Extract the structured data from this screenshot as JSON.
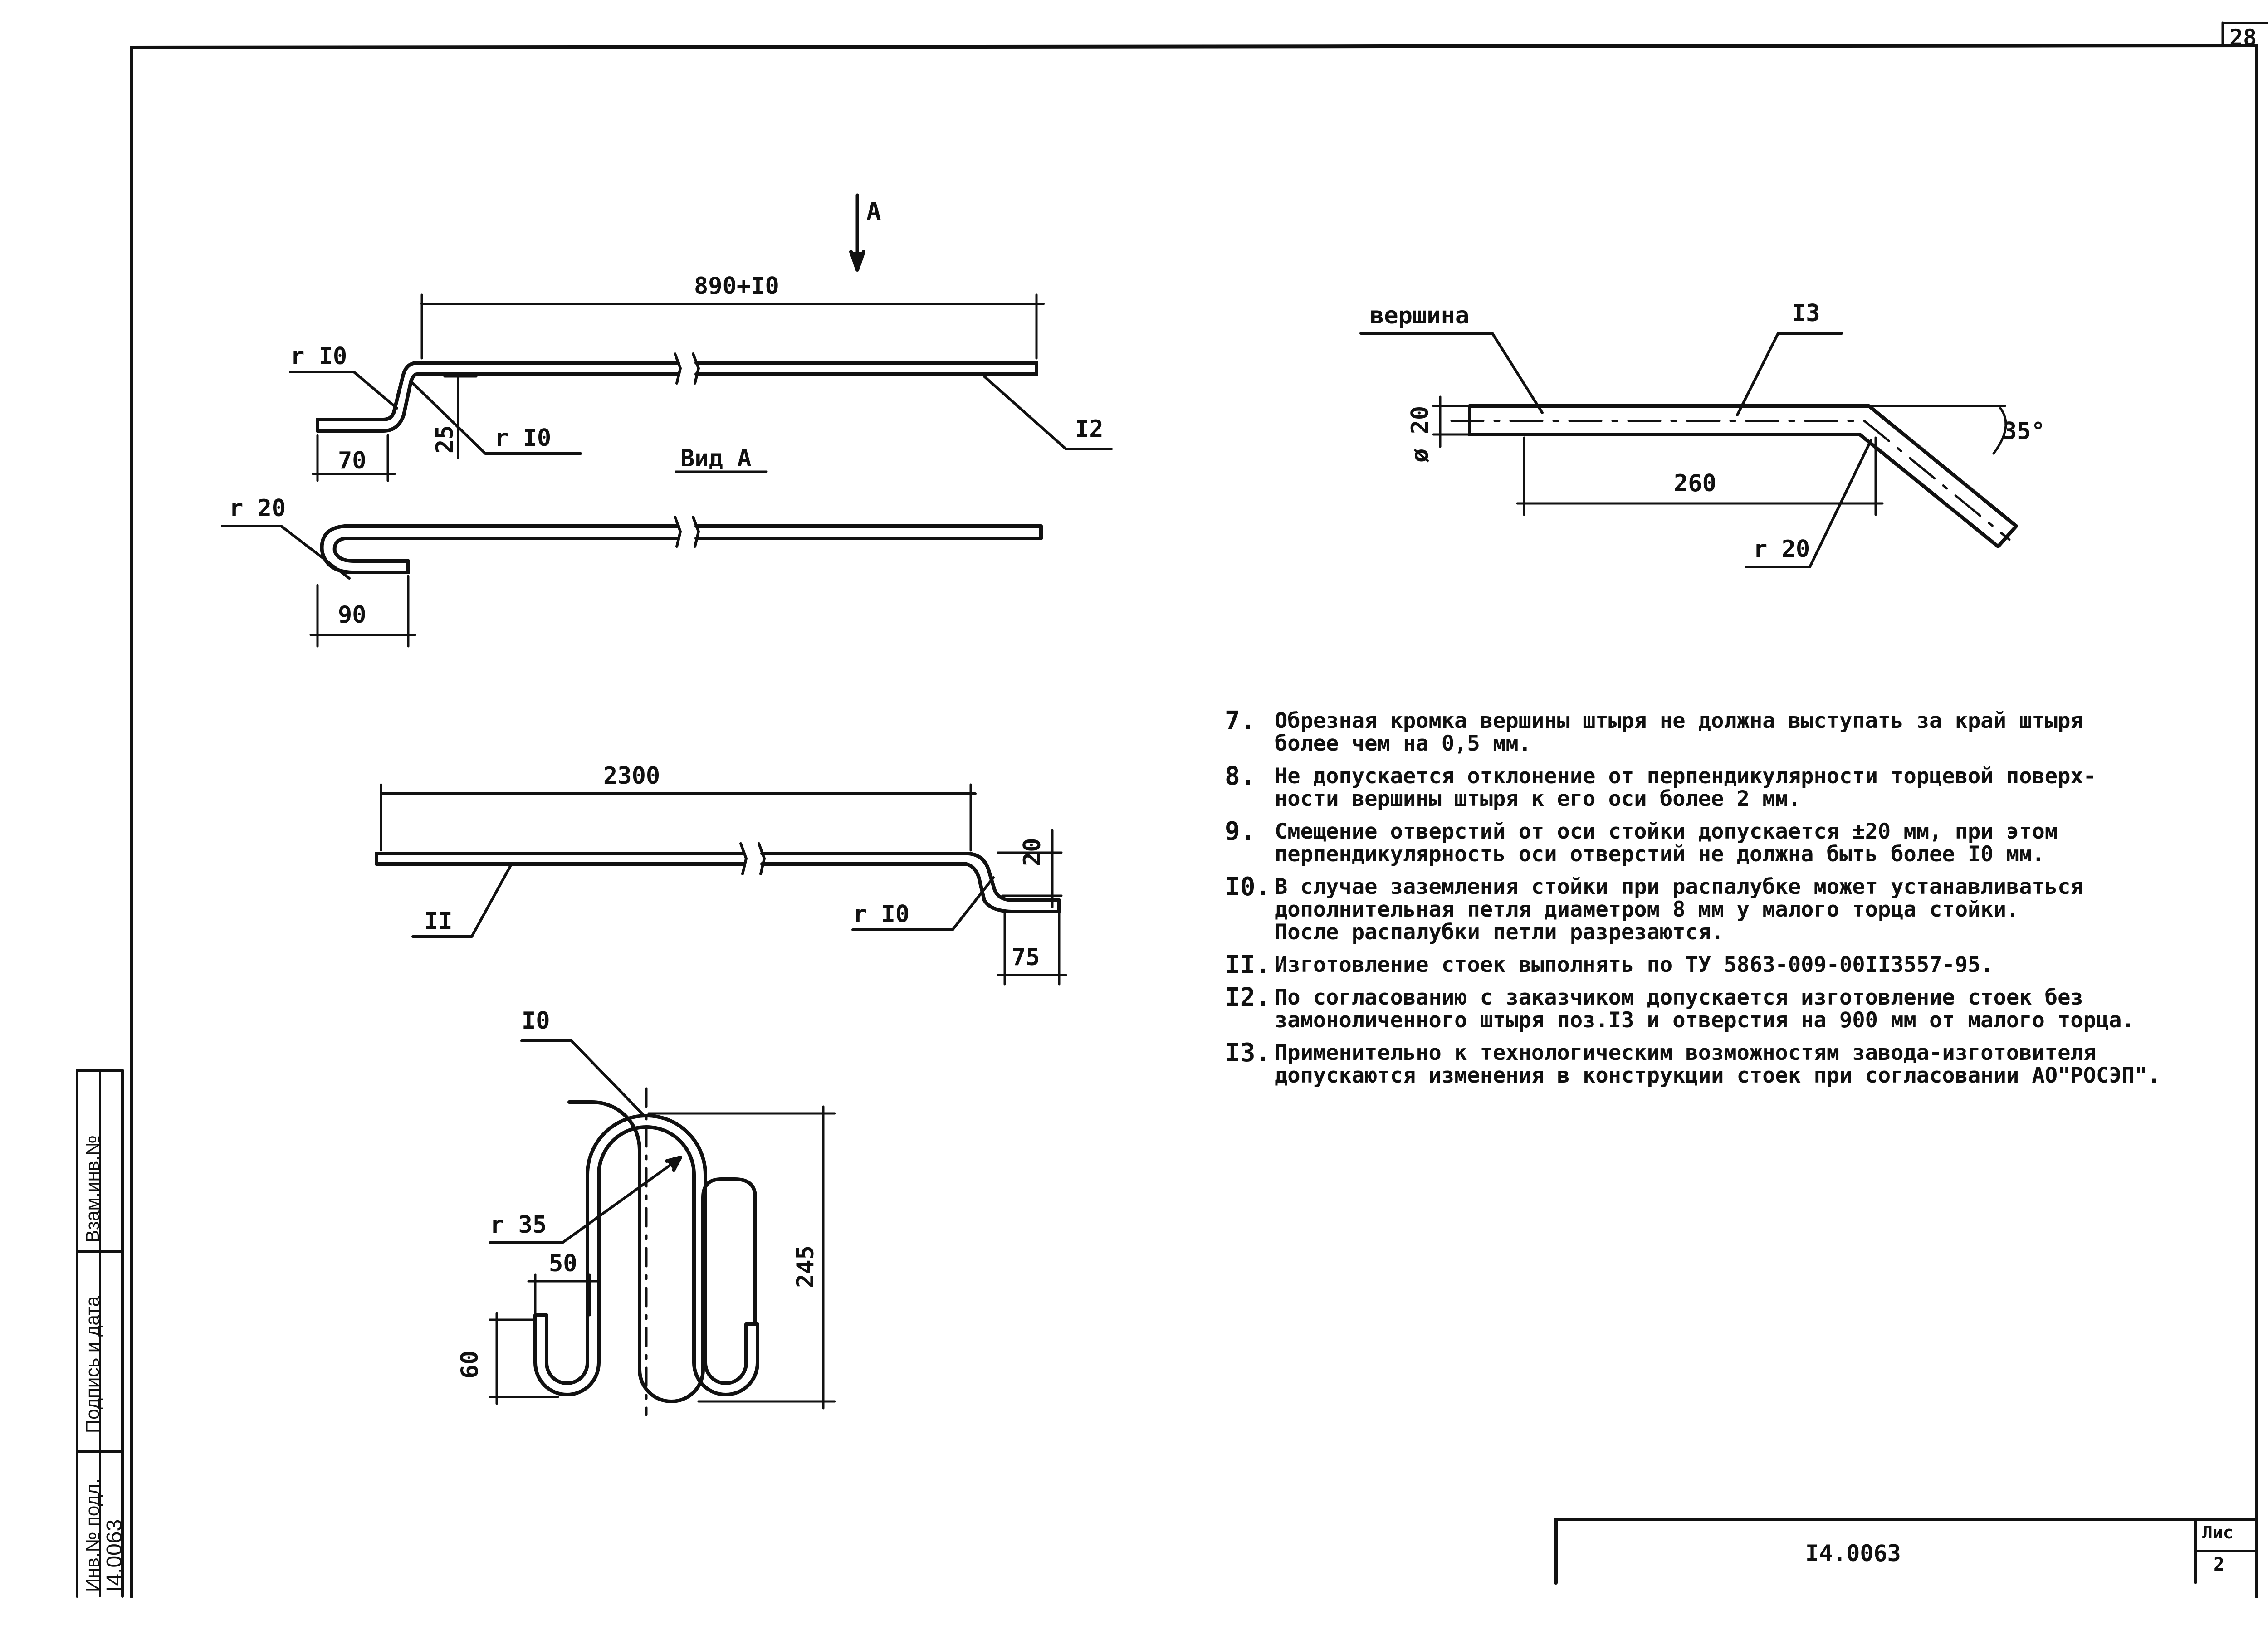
{
  "sheet": {
    "page_number": "28",
    "document_code": "I4.0063",
    "stamp_sheet_label": "Лис",
    "stamp_sheet_value": "2"
  },
  "sidebar": {
    "field_1": "Инв.№ подл.",
    "field_2": "Подпись и дата",
    "field_3": "Взам.инв.№",
    "field_value": "I4.0063"
  },
  "part12": {
    "length": "890+I0",
    "radius_1": "r I0",
    "radius_2": "r I0",
    "width_70": "70",
    "height_25": "25",
    "position": "I2",
    "view_arrow": "A",
    "view_label": "Вид А",
    "view_radius": "r 20",
    "view_width": "90"
  },
  "part11": {
    "length": "2300",
    "height": "20",
    "radius": "r I0",
    "width": "75",
    "position": "II"
  },
  "part10": {
    "position": "I0",
    "radius": "r 35",
    "width": "50",
    "height_left": "60",
    "height_total": "245"
  },
  "part13": {
    "top_label": "вершина",
    "position": "I3",
    "diameter": "ø 20",
    "length": "260",
    "angle": "35°",
    "radius": "r 20"
  },
  "notes": [
    {
      "num": "7.",
      "text": "Обрезная кромка вершины штыря не должна выступать за край штыря\nболее чем на 0,5 мм."
    },
    {
      "num": "8.",
      "text": "Не допускается отклонение от перпендикулярности торцевой поверх-\nности вершины штыря к его оси более 2 мм."
    },
    {
      "num": "9.",
      "text": "Смещение отверстий от оси стойки допускается ±20 мм, при этом\nперпендикулярность оси отверстий не должна быть более I0 мм."
    },
    {
      "num": "I0.",
      "text": "В случае заземления стойки при распалубке может устанавливаться\nдополнительная петля диаметром 8 мм у малого торца стойки.\nПосле распалубки петли разрезаются."
    },
    {
      "num": "II.",
      "text": "Изготовление стоек выполнять по ТУ 5863-009-00II3557-95."
    },
    {
      "num": "I2.",
      "text": "По согласованию с заказчиком допускается изготовление стоек без\nзамоноличенного штыря поз.I3 и отверстия на 900 мм от малого торца."
    },
    {
      "num": "I3.",
      "text": "Применительно к технологическим возможностям завода-изготовителя\nдопускаются изменения в конструкции стоек при согласовании АО\"РОСЭП\"."
    }
  ]
}
